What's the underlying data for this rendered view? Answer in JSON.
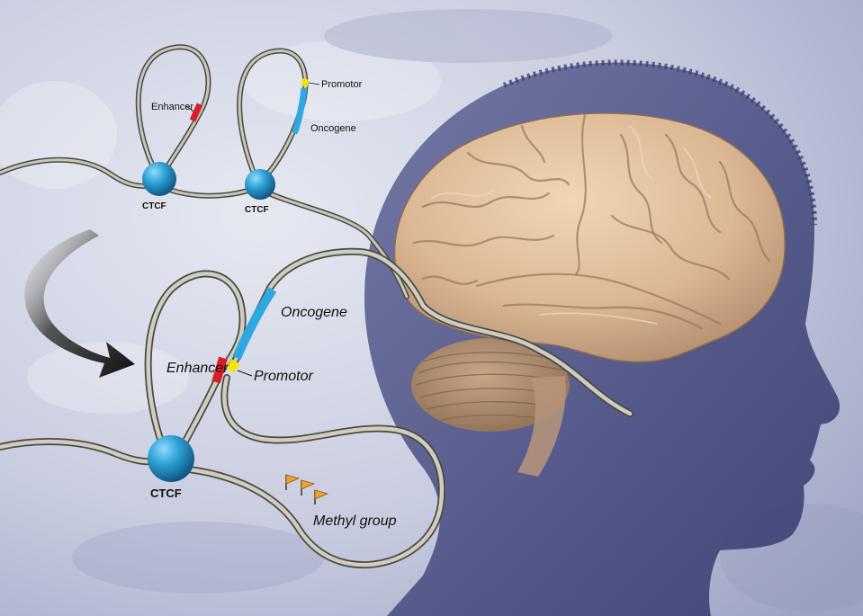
{
  "labels": {
    "top_enhancer": "Enhancer",
    "top_promotor": "Promotor",
    "top_oncogene": "Oncogene",
    "top_ctcf_left": "CTCF",
    "top_ctcf_right": "CTCF",
    "bottom_enhancer": "Enhancer",
    "bottom_promotor": "Promotor",
    "bottom_oncogene": "Oncogene",
    "bottom_ctcf": "CTCF",
    "methyl_group": "Methyl group"
  },
  "colors": {
    "background": "#c9cde0",
    "head_silhouette": "#4a4f82",
    "brain": "#dcb894",
    "cerebellum": "#a88466",
    "ctcf_protein": "#1f86b8",
    "enhancer": "#d81f26",
    "promotor": "#f2e600",
    "oncogene": "#2ea8df",
    "methyl_flag": "#f0a030",
    "dna_strand": "#cfcdbf"
  },
  "icons": {
    "transition_arrow": "curved-arrow-icon",
    "methyl_marker": "flag-icon"
  }
}
